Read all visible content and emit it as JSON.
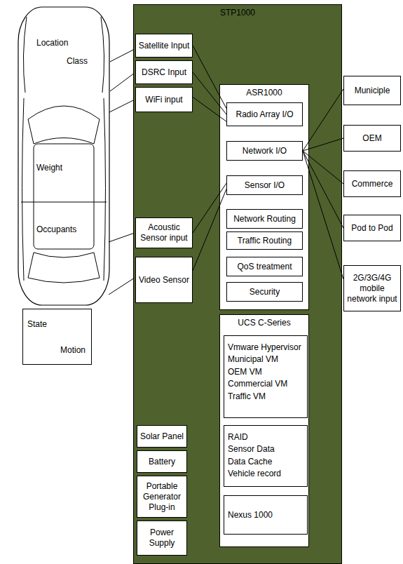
{
  "diagram": {
    "nodes": [
      {
        "text": [
          "STP1000"
        ]
      },
      {
        "text": [
          "Satellite Input"
        ],
        "in": 0
      },
      {
        "text": [
          "DSRC Input"
        ],
        "in": 0
      },
      {
        "text": [
          "WiFi input"
        ],
        "in": 0
      },
      {
        "text": [
          "ASR1000"
        ],
        "in": 0
      },
      {
        "text": [
          "Radio Array I/O"
        ],
        "in": 4
      },
      {
        "text": [
          "Network I/O"
        ],
        "in": 4
      },
      {
        "text": [
          "Sensor I/O"
        ],
        "in": 4
      },
      {
        "text": [
          "Network Routing"
        ],
        "in": 4
      },
      {
        "text": [
          "Traffic Routing"
        ],
        "in": 4
      },
      {
        "text": [
          "QoS treatment"
        ],
        "in": 4
      },
      {
        "text": [
          "Security"
        ],
        "in": 4
      },
      {
        "text": [
          "Acoustic Sensor input"
        ],
        "in": 0
      },
      {
        "text": [
          "Video Sensor"
        ],
        "in": 0
      },
      {
        "text": [
          "UCS C-Series"
        ],
        "in": 0
      },
      {
        "text": [
          "Vmware Hypervisor",
          "Municipal VM",
          "OEM VM",
          "Commercial VM",
          "Traffic VM"
        ],
        "in": 14
      },
      {
        "text": [
          "RAID",
          "Sensor Data",
          "Data Cache",
          "Vehicle record"
        ],
        "in": 14
      },
      {
        "text": [
          "Nexus 1000"
        ],
        "in": 14
      },
      {
        "text": [
          "Solar Panel"
        ],
        "in": 0
      },
      {
        "text": [
          "Battery"
        ],
        "in": 0
      },
      {
        "text": [
          "Portable Generator Plug-in"
        ],
        "in": 0
      },
      {
        "text": [
          "Power Supply"
        ],
        "in": 0
      },
      {
        "text": [
          "Municiple"
        ]
      },
      {
        "text": [
          "OEM"
        ]
      },
      {
        "text": [
          "Commerce"
        ]
      },
      {
        "text": [
          "Pod to Pod"
        ]
      },
      {
        "text": [
          "2G/3G/4G mobile network input"
        ]
      },
      {
        "text": [
          "State",
          "Motion"
        ]
      }
    ],
    "edges": [
      {
        "from": 1,
        "to": 5,
        "arrow": "none"
      },
      {
        "from": 2,
        "to": 5,
        "arrow": "none"
      },
      {
        "from": 3,
        "to": 5,
        "arrow": "none"
      },
      {
        "from": 12,
        "to": 7,
        "arrow": "none"
      },
      {
        "from": 13,
        "to": 7,
        "arrow": "none"
      },
      {
        "from": 6,
        "to": 22,
        "arrow": "none"
      },
      {
        "from": 6,
        "to": 23,
        "arrow": "none"
      },
      {
        "from": 6,
        "to": 24,
        "arrow": "none"
      },
      {
        "from": 6,
        "to": 25,
        "arrow": "none"
      },
      {
        "from": 6,
        "to": 26,
        "arrow": "none"
      }
    ],
    "labels": [
      "Location",
      "Class",
      "Weight",
      "Occupants"
    ]
  }
}
